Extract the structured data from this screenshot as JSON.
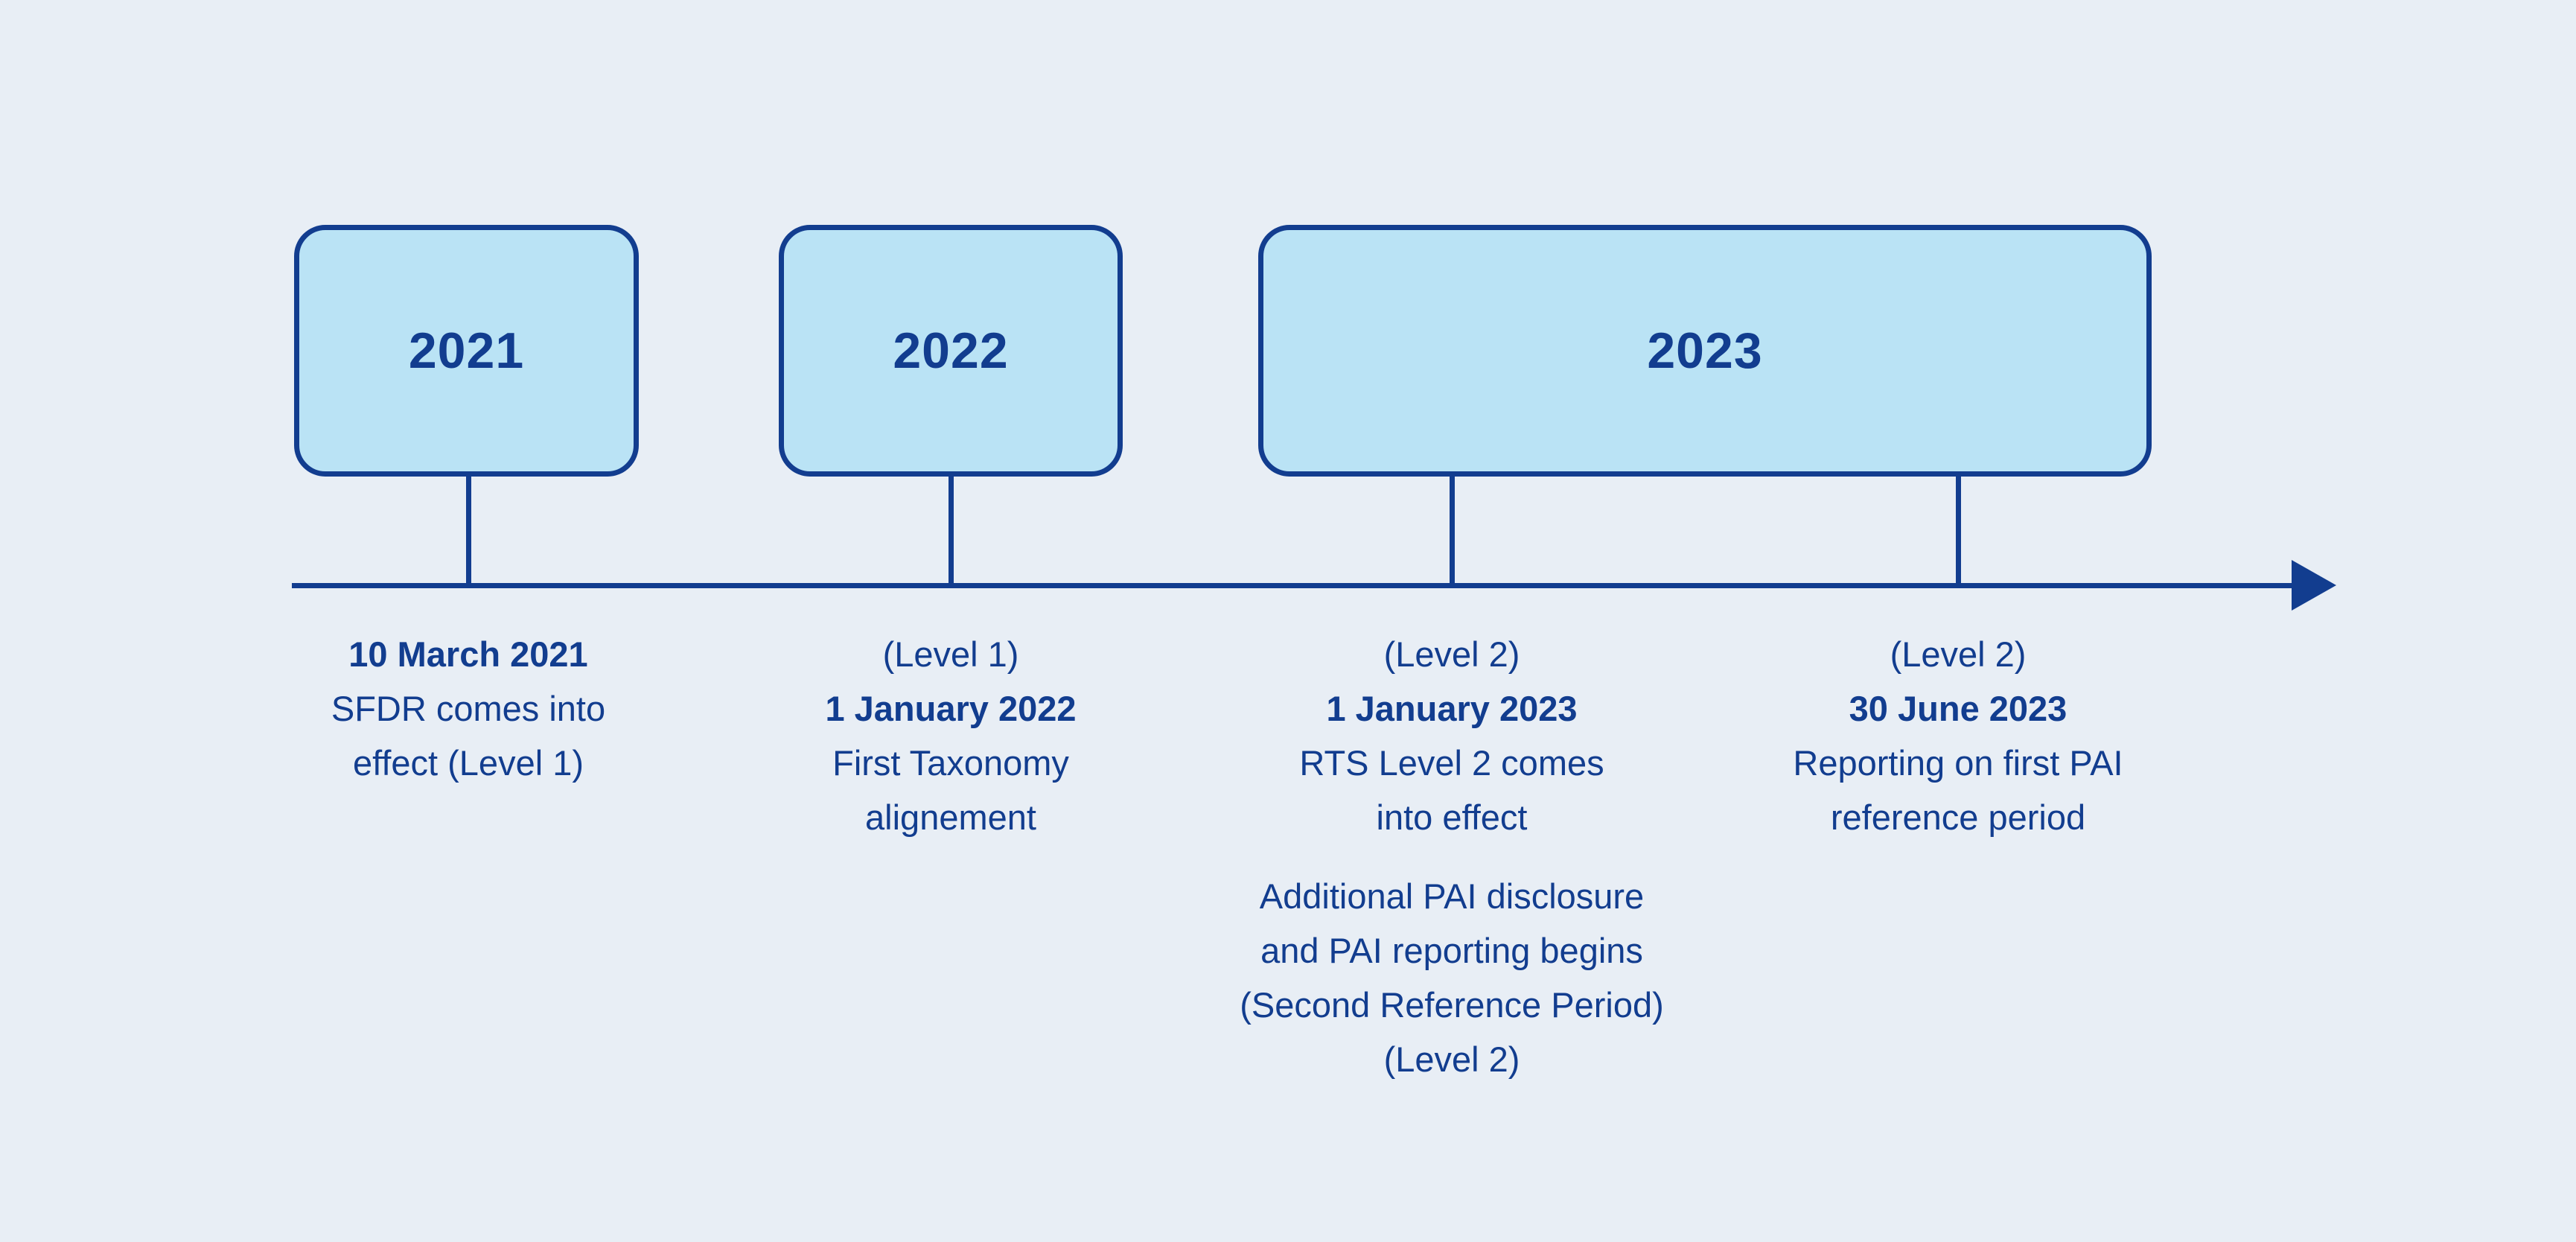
{
  "timeline": {
    "colors": {
      "background": "#e8eef5",
      "accent": "#123d8f",
      "box_fill": "#bae3f5"
    },
    "years": [
      "2021",
      "2022",
      "2023"
    ],
    "events": [
      {
        "date": "10 March 2021",
        "desc": [
          "SFDR comes into",
          "effect (Level 1)"
        ]
      },
      {
        "level": "(Level 1)",
        "date": "1 January 2022",
        "desc": [
          "First Taxonomy",
          "alignement"
        ]
      },
      {
        "level": "(Level 2)",
        "date": "1 January 2023",
        "desc": [
          "RTS Level 2 comes",
          "into effect"
        ],
        "extra": [
          "Additional PAI disclosure",
          "and PAI reporting begins",
          "(Second Reference Period)",
          "(Level 2)"
        ]
      },
      {
        "level": "(Level 2)",
        "date": "30 June 2023",
        "desc": [
          "Reporting on first PAI",
          "reference period"
        ]
      }
    ]
  }
}
